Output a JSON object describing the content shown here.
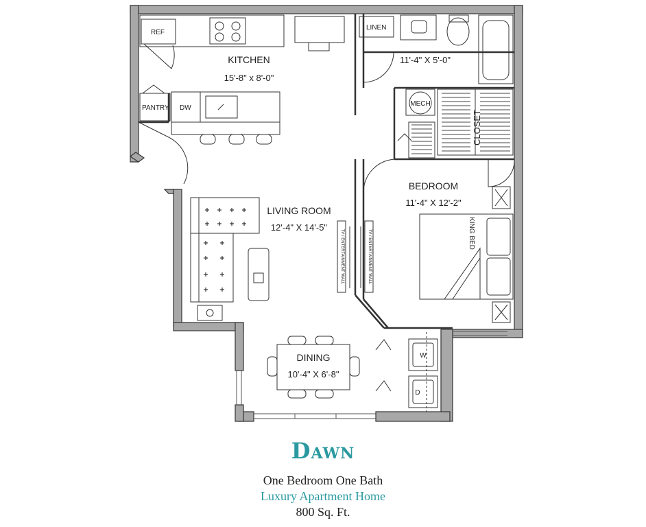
{
  "plan": {
    "name": "Dawn",
    "type": "One Bedroom One Bath",
    "tagline": "Luxury Apartment Home",
    "area": "800 Sq. Ft."
  },
  "rooms": {
    "kitchen": {
      "name": "KITCHEN",
      "dims": "15'-8\" x 8'-0\""
    },
    "bath": {
      "dims": "11'-4\" X 5'-0\""
    },
    "living": {
      "name": "LIVING ROOM",
      "dims": "12'-4\" X 14'-5\""
    },
    "bedroom": {
      "name": "BEDROOM",
      "dims": "11'-4\" X 12'-2\""
    },
    "dining": {
      "name": "DINING",
      "dims": "10'-4\" X 6'-8\""
    }
  },
  "labels": {
    "ref": "REF",
    "pantry": "PANTRY",
    "dw": "DW",
    "linen": "LINEN",
    "mech": "MECH",
    "closet": "CLOSET",
    "king_bed": "KING BED",
    "tv_wall": "TV / ENTERTAINMENT WALL",
    "washer": "W",
    "dryer": "D"
  },
  "colors": {
    "wall_fill": "#a8a8a8",
    "line": "#333333",
    "accent": "#2a9aa0"
  }
}
